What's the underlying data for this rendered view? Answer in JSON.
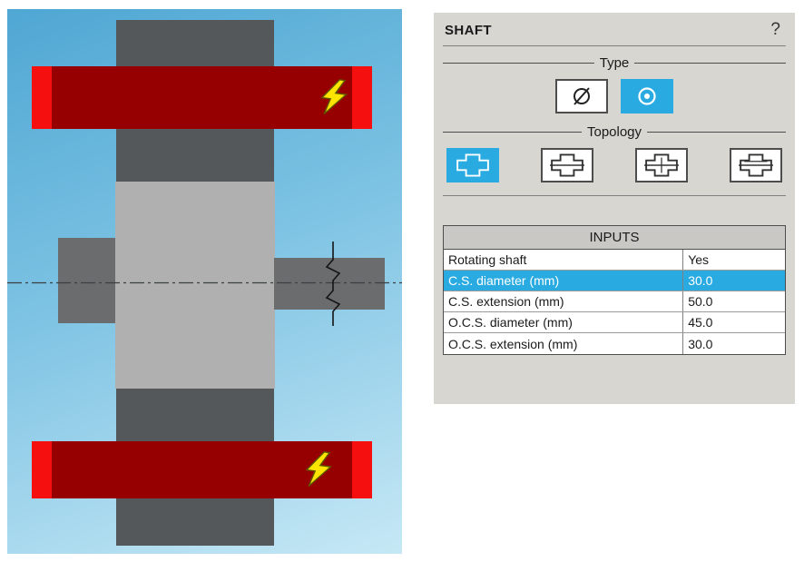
{
  "panel": {
    "title": "SHAFT",
    "help": "?",
    "type": {
      "legend": "Type",
      "buttons": [
        {
          "id": "type-plain",
          "icon": "diameter-icon",
          "selected": false
        },
        {
          "id": "type-concentric",
          "icon": "concentric-icon",
          "selected": true
        }
      ]
    },
    "topology": {
      "legend": "Topology",
      "buttons": [
        {
          "id": "topology-1",
          "icon": "topology-cross-icon",
          "selected": true
        },
        {
          "id": "topology-2",
          "icon": "topology-cross-midline-icon",
          "selected": false
        },
        {
          "id": "topology-3",
          "icon": "topology-cross-midline-center-icon",
          "selected": false
        },
        {
          "id": "topology-4",
          "icon": "topology-cross-topline-icon",
          "selected": false
        }
      ]
    },
    "inputs": {
      "header": "INPUTS",
      "rows": [
        {
          "label": "Rotating shaft",
          "value": "Yes",
          "selected": false
        },
        {
          "label": "C.S. diameter (mm)",
          "value": "30.0",
          "selected": true
        },
        {
          "label": "C.S. extension (mm)",
          "value": "50.0",
          "selected": false
        },
        {
          "label": "O.C.S. diameter (mm)",
          "value": "45.0",
          "selected": false
        },
        {
          "label": "O.C.S. extension (mm)",
          "value": "30.0",
          "selected": false
        }
      ]
    }
  },
  "colors": {
    "accent_blue": "#29abe2",
    "panel_bg": "#d8d6d1",
    "table_header_bg": "#c9c8c4",
    "diagram_bg_top": "#4fa7d3",
    "diagram_bg_bottom": "#c6e8f5",
    "shaft_dark_gray": "#54585a",
    "shaft_light_gray": "#b0b0b0",
    "stub_gray": "#6a6c6e",
    "coil_dark_red": "#970000",
    "coil_bright_red": "#f50f0f",
    "bolt_yellow": "#ffe400"
  }
}
